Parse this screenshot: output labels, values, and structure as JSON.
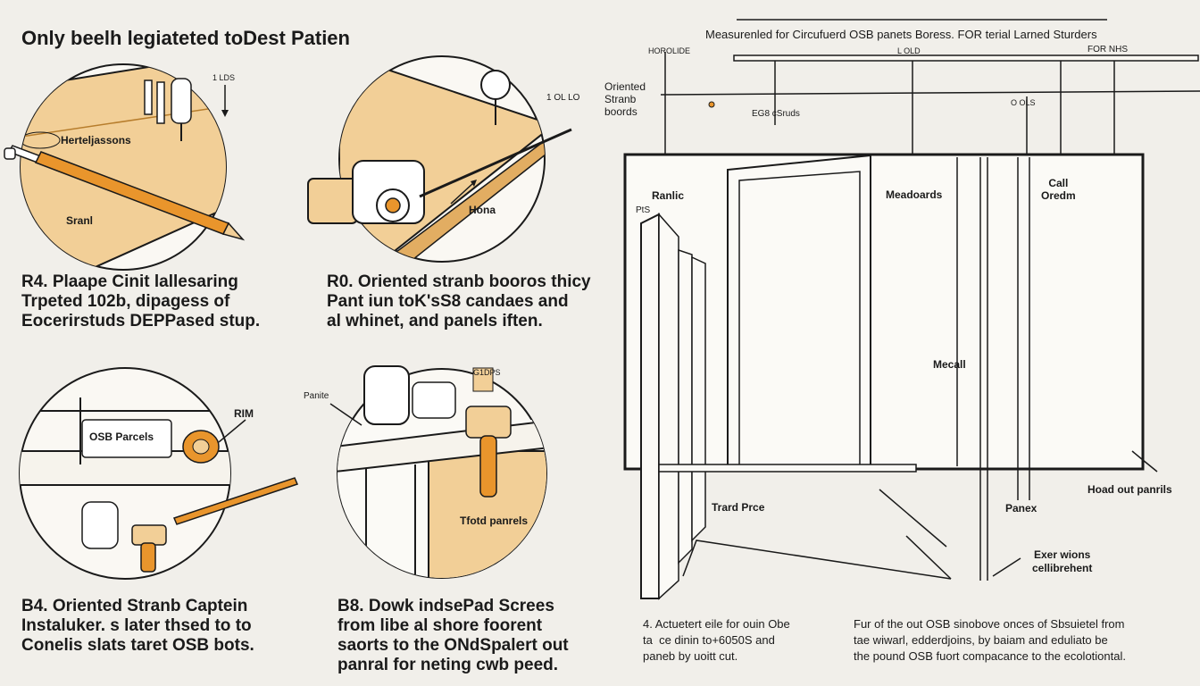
{
  "title": "Only beelh legiateted toDest Patien",
  "steps": [
    {
      "caption": "R4. Plaape Cinit lallesaring\nTrpeted 102b, dipagess of\nEocerirstuds DEPPased stup.",
      "labels": [
        "Herteljassons",
        "Sranl",
        "1 LDS"
      ]
    },
    {
      "caption": "R0. Oriented stranb booros thicy\nPant iun toK'sS8 candaes and\nal whinet, and panels iften.",
      "labels": [
        "Hona",
        "1 OL LO"
      ]
    },
    {
      "caption": "B4. Oriented Stranb Captein\nInstaluker. s later thsed to to\nConelis slats taret OSB bots.",
      "labels": [
        "OSB Parcels",
        "RIM"
      ]
    },
    {
      "caption": "B8. Dowk indsePad Screes\nfrom libe al shore foorent\nsaorts to the ONdSpalert out\npanral for neting cwb peed.",
      "labels": [
        "Panite",
        "Tfotd panrels",
        "G1DPS"
      ]
    }
  ],
  "diagram": {
    "top_note": "Measurenled for Circufuerd OSB panets Boress. FOR terial Larned Sturders",
    "labels": {
      "top_left": "HOROLIDE",
      "top_mid": "L OLD",
      "top_right": "FOR NHS",
      "osb": "Oriented\nStranb\nboords",
      "edge": "EG8 cSruds",
      "small_mid": "O OLS",
      "panic": "Ranlic",
      "pts": "PtS",
      "meoards": "Meadoards",
      "call": "Call\nOredm",
      "mecall": "Mecall",
      "head": "Hoad out panrils",
      "trad": "Trard Prce",
      "panex": "Panex",
      "exer": "Exer wions\ncellibrehent"
    },
    "note_left": "4. Actuetert eile for ouin Obe\nta  ce dinin to+6050S and\npaneb by uoitt cut.",
    "note_right": "Fur of the out OSB sinobove onces of Sbsuietel from\ntae wiwarl, edderdjoins, by baiam and eduliato be\nthe pound OSB fuort compacance to the ecolotiontal."
  },
  "colors": {
    "osb": "#f2cf97",
    "osb_dark": "#e2ad62",
    "orange": "#e9952c",
    "orange_dark": "#b86a12",
    "ink": "#1a1a1a"
  }
}
